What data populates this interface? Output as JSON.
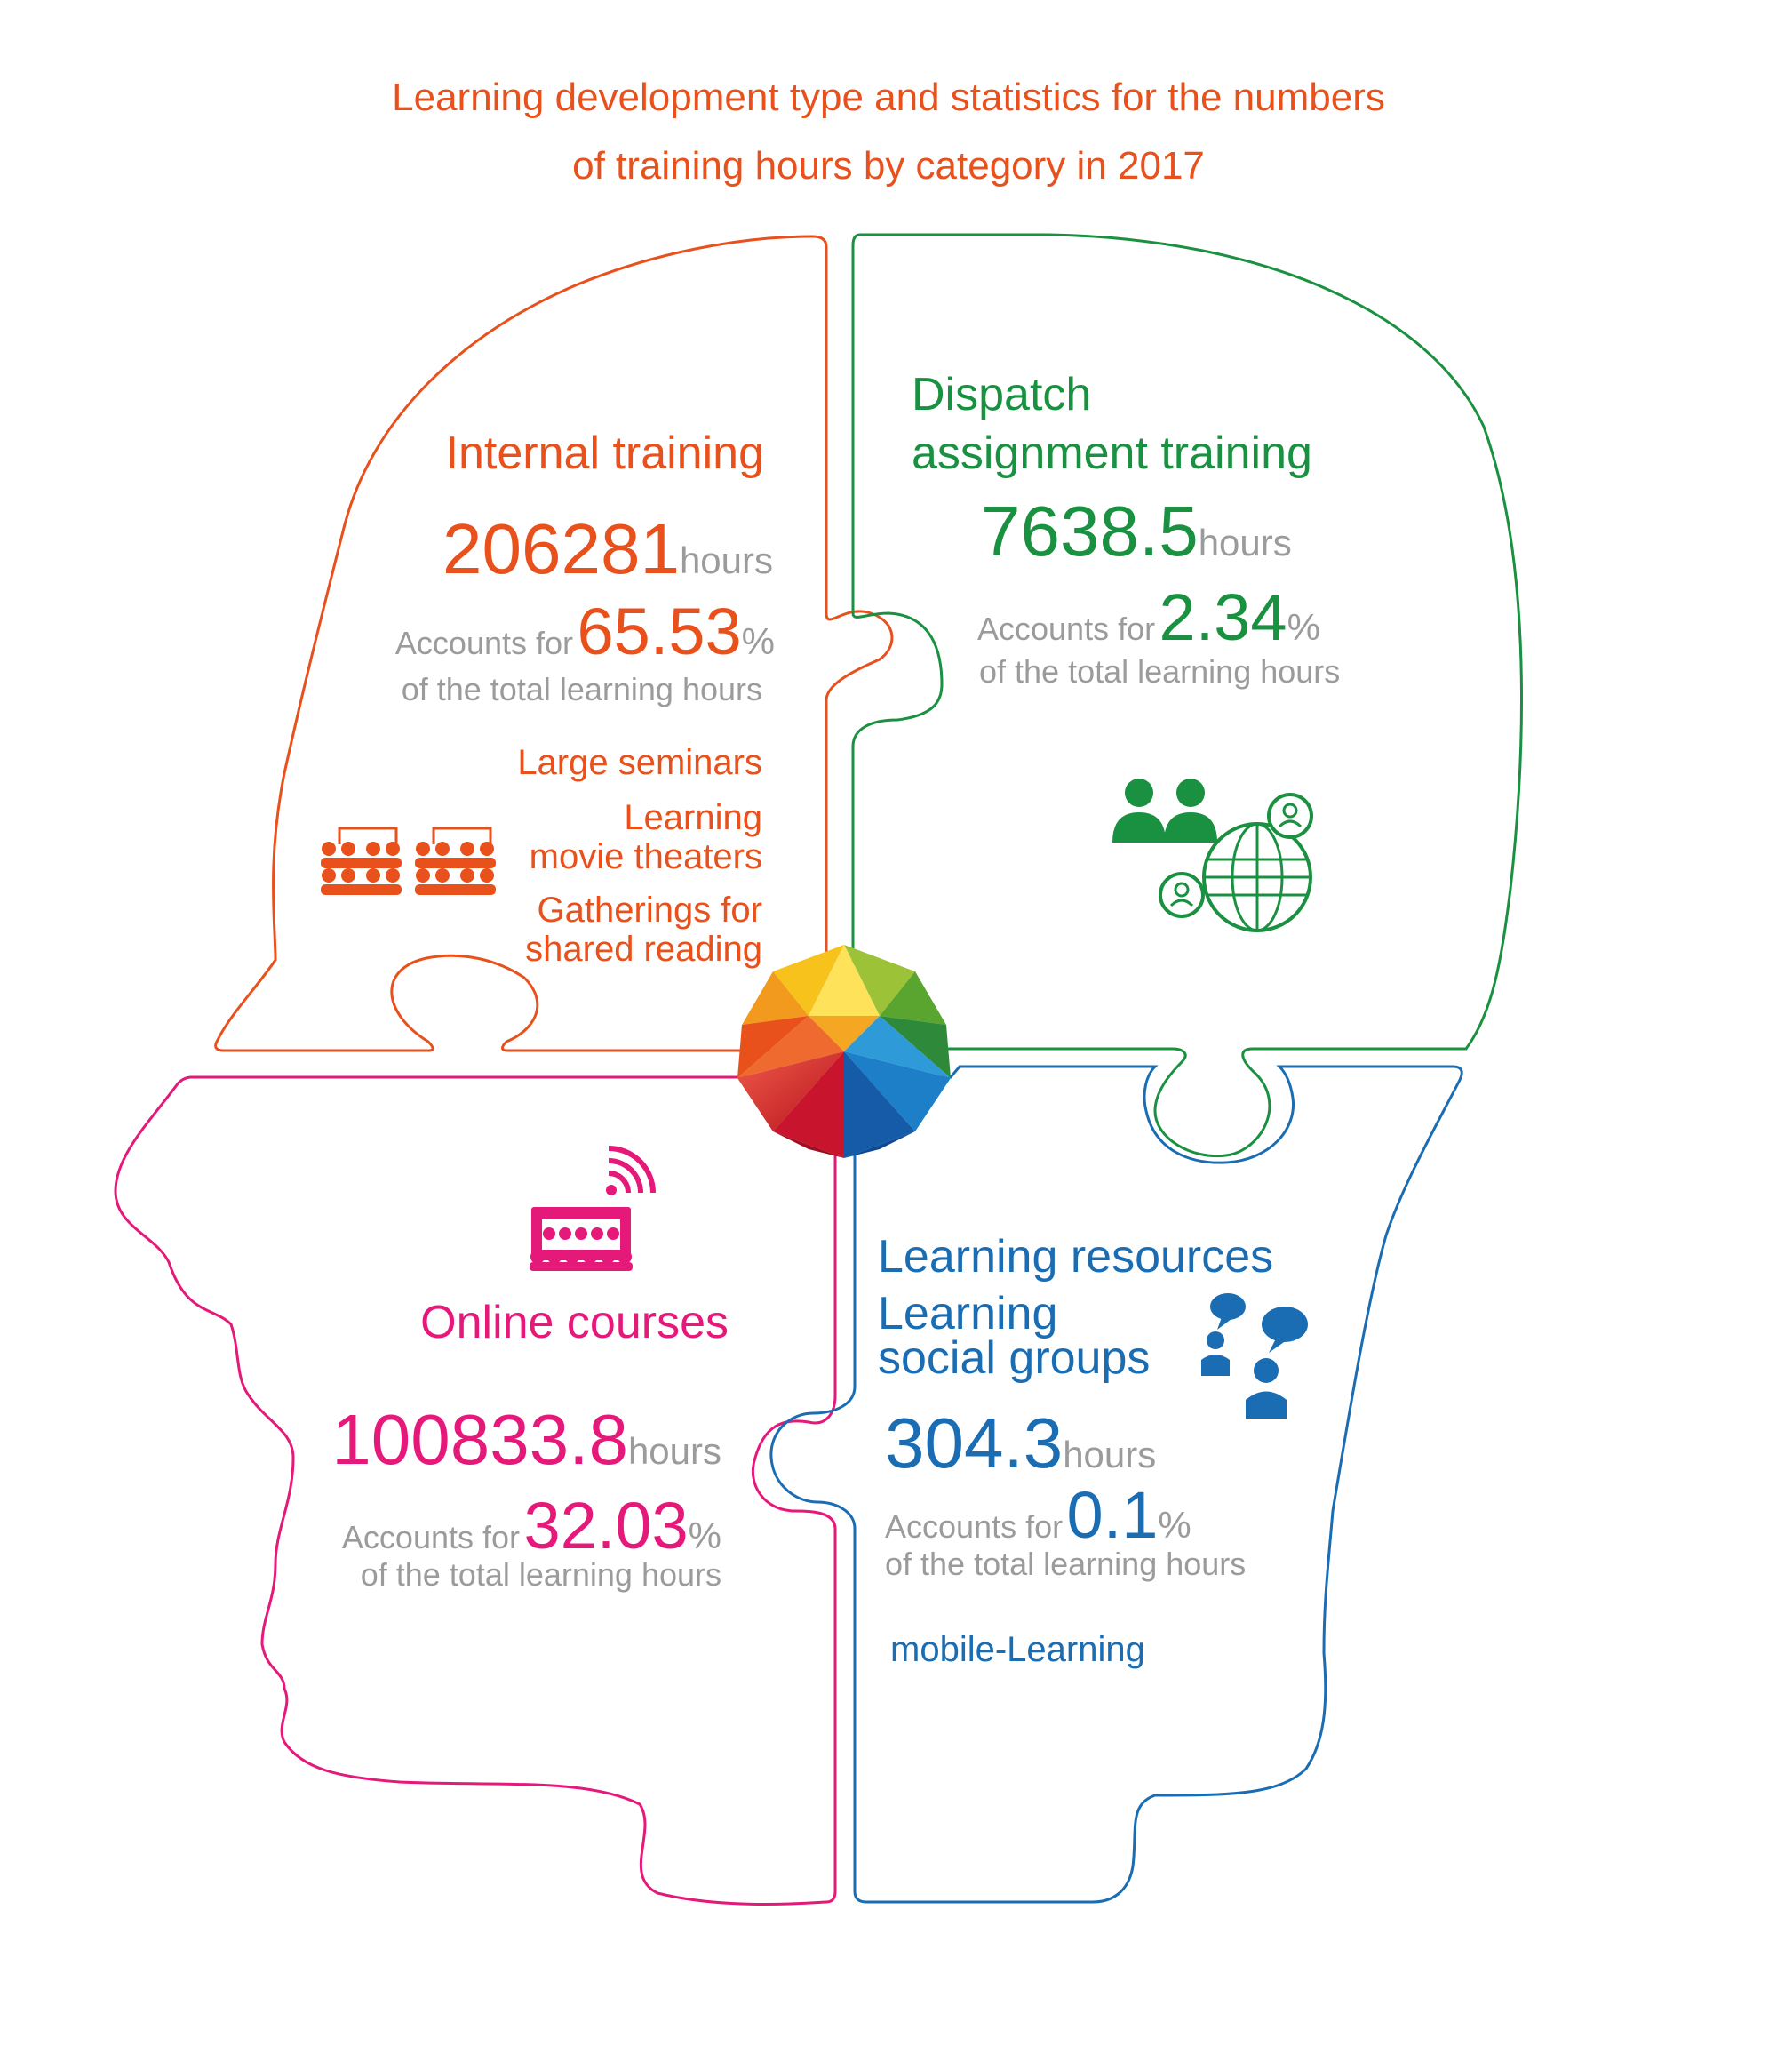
{
  "title": {
    "line1": "Learning development type and statistics for the numbers",
    "line2": "of training hours by category in 2017"
  },
  "colors": {
    "internal": "#e8501c",
    "dispatch": "#1a9140",
    "online": "#e5197a",
    "resources": "#1b6db3",
    "muted": "#9b9b9b"
  },
  "quadrants": {
    "internal": {
      "heading": "Internal training",
      "hours": "206281",
      "hours_unit": "hours",
      "accounts_for": "Accounts for",
      "percent": "65.53",
      "percent_sign": "%",
      "of_total": "of the total learning hours",
      "items": [
        "Large seminars",
        "Learning",
        "movie theaters",
        "Gatherings for",
        "shared reading"
      ],
      "icon": "audience-seating-icon"
    },
    "dispatch": {
      "heading_line1": "Dispatch",
      "heading_line2": "assignment training",
      "hours": "7638.5",
      "hours_unit": "hours",
      "accounts_for": "Accounts for",
      "percent": "2.34",
      "percent_sign": "%",
      "of_total": "of the total learning hours",
      "icon": "global-people-icon"
    },
    "online": {
      "heading": "Online courses",
      "hours": "100833.8",
      "hours_unit": "hours",
      "accounts_for": "Accounts for",
      "percent": "32.03",
      "percent_sign": "%",
      "of_total": "of the total learning hours",
      "icon": "online-classroom-icon"
    },
    "resources": {
      "heading_line1": "Learning resources",
      "heading_line2": "Learning",
      "heading_line3": "social groups",
      "hours": "304.3",
      "hours_unit": "hours",
      "accounts_for": "Accounts for",
      "percent": "0.1",
      "percent_sign": "%",
      "of_total": "of the total learning hours",
      "extra": "mobile-Learning",
      "icon": "chat-people-icon"
    }
  },
  "center_icon": "polyhedron-ball-icon"
}
